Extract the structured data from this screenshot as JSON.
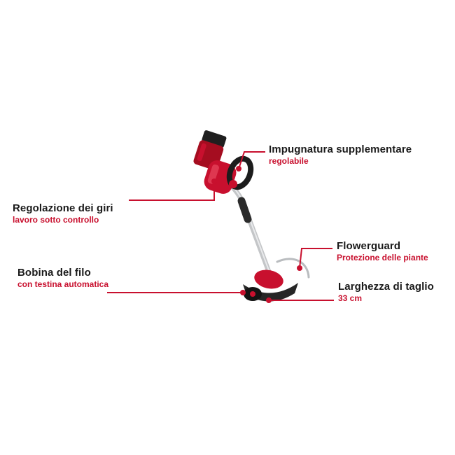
{
  "diagram": {
    "product": "cordless grass trimmer",
    "background_color": "#ffffff",
    "accent_color": "#c8102e",
    "title_color": "#1a1a1a",
    "callouts": [
      {
        "id": "impugnatura",
        "title": "Impugnatura supplementare",
        "subtitle": "regolabile"
      },
      {
        "id": "regolazione",
        "title": "Regolazione dei giri",
        "subtitle": "lavoro sotto controllo"
      },
      {
        "id": "flowerguard",
        "title": "Flowerguard",
        "subtitle": "Protezione delle piante"
      },
      {
        "id": "bobina",
        "title": "Bobina del filo",
        "subtitle": "con testina automatica"
      },
      {
        "id": "larghezza",
        "title": "Larghezza di taglio",
        "subtitle": "33  cm"
      }
    ]
  }
}
